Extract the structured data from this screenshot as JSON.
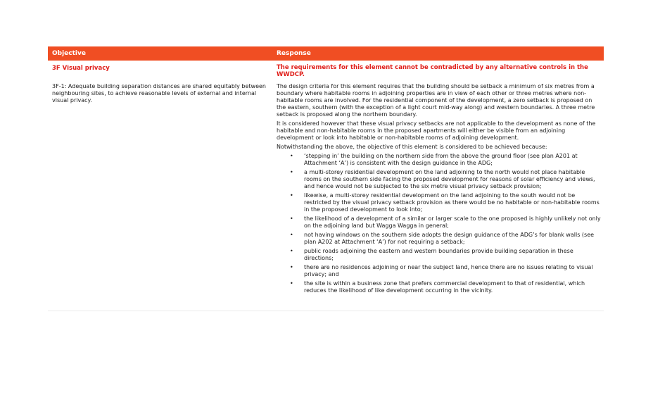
{
  "header": {
    "objective": "Objective",
    "response": "Response"
  },
  "section": {
    "title": "3F Visual privacy",
    "requirement": "The requirements for this element cannot be contradicted by any alternative controls in the WWDCP."
  },
  "objective_text": "3F-1: Adequate building separation distances are shared equitably between neighbouring sites, to achieve reasonable levels of external and internal visual privacy.",
  "response": {
    "para1": "The design criteria for this element requires that the building should be setback a minimum of six metres from a boundary where habitable rooms in adjoining properties are in view of each other or three metres where non-habitable rooms are involved.  For the residential component of the development, a zero setback is proposed on the eastern, southern (with the exception of a light court mid-way along) and western boundaries.  A three metre setback is proposed along the northern boundary.",
    "para2": "It is considered however that these visual privacy setbacks are not applicable to the development as none of the habitable and non-habitable rooms in the proposed apartments will either be visible from an adjoining development or look into habitable or non-habitable rooms of adjoining development.",
    "para3": "Notwithstanding the above, the objective of this element is considered to be achieved because:",
    "bullets": [
      "‘stepping in’ the building on the northern side from the above the ground floor (see plan A201 at Attachment ‘A’) is consistent with the design guidance in the ADG;",
      "a multi-storey residential development on the land adjoining to the north would not place habitable rooms on the southern side facing the proposed development for reasons of solar efficiency and views, and hence would not be subjected to the six metre visual privacy setback provision;",
      "likewise, a multi-storey residential development on the land adjoining to the south would not be restricted by the visual privacy setback provision as there would be no habitable or non-habitable rooms in the proposed development to look into;",
      "the likelihood of a development of a similar or larger scale to the one proposed is highly unlikely not only on the adjoining land but Wagga Wagga in general;",
      "not having windows on the southern side adopts the design guidance of the ADG’s for blank walls (see plan A202 at Attachment ‘A’) for not requiring a setback;",
      "public roads adjoining the eastern and western boundaries provide building separation in these directions;",
      "there are no residences adjoining or near the subject land, hence there are no issues relating to visual privacy; and",
      "the site is within a business zone that prefers commercial development to that of residential, which reduces the likelihood of like development occurring in the vicinity."
    ],
    "bullet_glyph": "•"
  },
  "colors": {
    "header_bg": "#f04e23",
    "accent_red": "#e0201b"
  }
}
